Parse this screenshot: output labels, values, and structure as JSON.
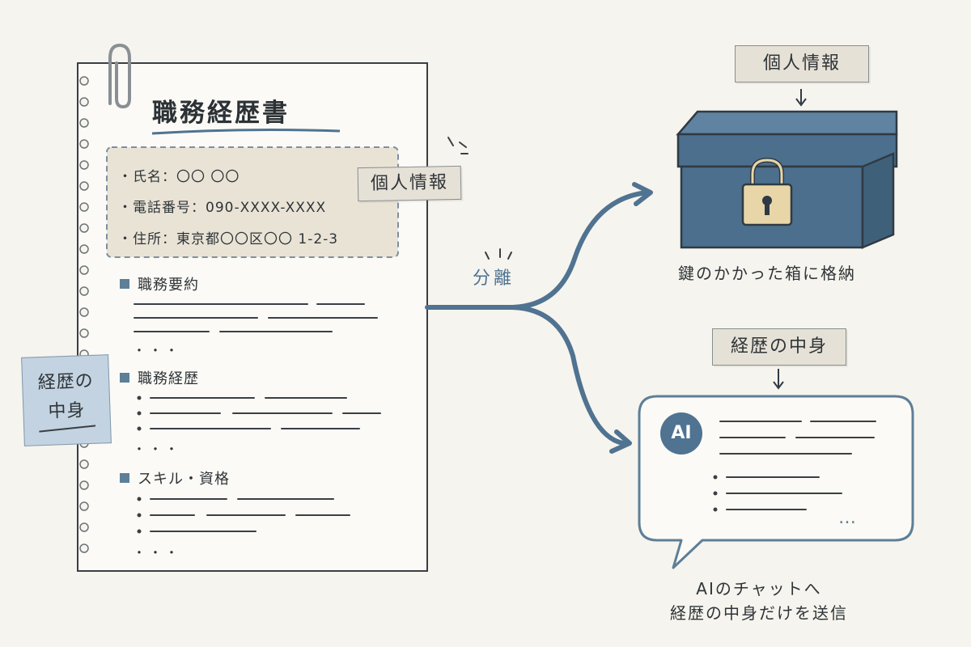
{
  "resume": {
    "title": "職務経歴書",
    "personal_info": {
      "name_line": "・氏名：〇〇 〇〇",
      "phone_line": "・電話番号：090-XXXX-XXXX",
      "address_line": "・住所：東京都〇〇区〇〇 1-2-3"
    },
    "personal_info_tag": "個人情報",
    "sections": [
      {
        "label": "職務要約",
        "ellipsis": "・・・"
      },
      {
        "label": "職務経歴",
        "ellipsis": "・・・"
      },
      {
        "label": "スキル・資格",
        "ellipsis": "・・・"
      }
    ],
    "sticky_note": {
      "line1": "経歴の",
      "line2": "中身"
    }
  },
  "flow": {
    "split_label": "分離"
  },
  "locked_box": {
    "tag": "個人情報",
    "caption": "鍵のかかった箱に格納"
  },
  "ai_chat": {
    "tag": "経歴の中身",
    "badge": "AI",
    "more": "…",
    "caption_line1": "AIのチャットへ",
    "caption_line2": "経歴の中身だけを送信"
  },
  "colors": {
    "accent_blue": "#4f7391",
    "box_blue": "#4b6f8c",
    "tag_beige": "#e6e1d6",
    "note_blue": "#c3d3e1",
    "lock_gold": "#e8d6a8",
    "background": "#f6f4ee"
  },
  "icons": [
    "paperclip-icon",
    "padlock-icon",
    "chat-bubble-icon",
    "arrow-icon"
  ]
}
